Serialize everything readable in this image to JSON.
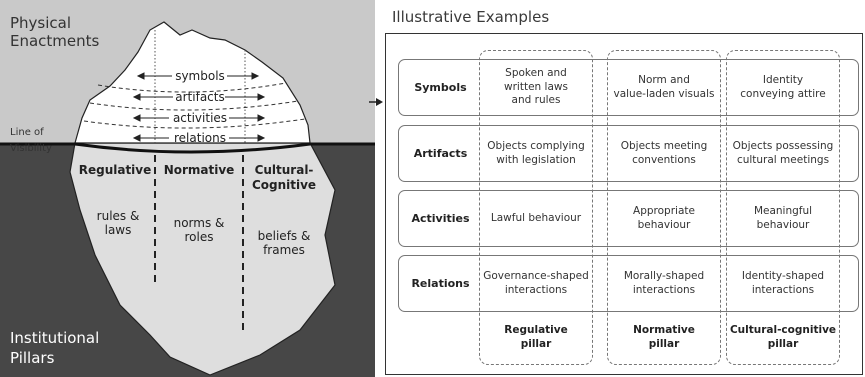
{
  "iceberg": {
    "top_label": "Physical\nEnactments",
    "line_label": "Line of\nVisibility",
    "bottom_label": "Institutional\nPillars",
    "layers": [
      "symbols",
      "artifacts",
      "activities",
      "relations"
    ],
    "pillars": [
      {
        "name": "Regulative",
        "content": "rules &\nlaws"
      },
      {
        "name": "Normative",
        "content": "norms &\nroles"
      },
      {
        "name": "Cultural-\nCognitive",
        "content": "beliefs &\nframes"
      }
    ],
    "colors": {
      "sky": "#c9c9c9",
      "water": "#474747",
      "ice_below": "#dedede",
      "ice_above": "#ffffff"
    }
  },
  "examples": {
    "title": "Illustrative Examples",
    "rows": [
      {
        "label": "Symbols",
        "cells": [
          "Spoken  and\nwritten laws\nand rules",
          "Norm and\nvalue-laden visuals",
          "Identity\nconveying attire"
        ]
      },
      {
        "label": "Artifacts",
        "cells": [
          "Objects complying\nwith legislation",
          "Objects meeting\nconventions",
          "Objects possessing\ncultural meetings"
        ]
      },
      {
        "label": "Activities",
        "cells": [
          "Lawful behaviour",
          "Appropriate\nbehaviour",
          "Meaningful\nbehaviour"
        ]
      },
      {
        "label": "Relations",
        "cells": [
          "Governance-shaped\ninteractions",
          "Morally-shaped\ninteractions",
          "Identity-shaped\ninteractions"
        ]
      }
    ],
    "columns": [
      "Regulative\npillar",
      "Normative\npillar",
      "Cultural-cognitive\npillar"
    ]
  }
}
